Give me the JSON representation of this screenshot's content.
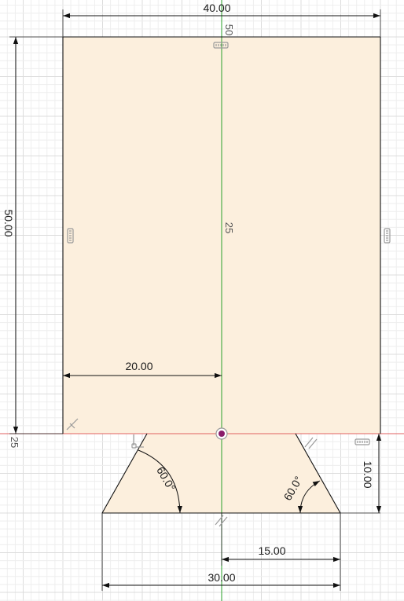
{
  "dimensions": {
    "top_width": "40.00",
    "left_height": "50.00",
    "inner_width": "20.00",
    "right_height": "10.00",
    "half_bottom": "15.00",
    "bottom_width": "30.00",
    "angle_left": "60.0°",
    "angle_right": "60.0°"
  },
  "axis_labels": {
    "top": "50",
    "center": "25",
    "left": "25"
  },
  "colors": {
    "background": "#ffffff",
    "sketch_fill": "#fcefdd",
    "grid_minor": "#eeeeee",
    "grid_major": "#dcdcdc",
    "y_axis": "#2aa02a",
    "x_axis": "#e06060",
    "origin": "#8a1c6a"
  },
  "icons": {
    "horizontal_constraint": "horizontal-constraint-icon",
    "vertical_constraint": "vertical-constraint-icon",
    "parallel_constraint": "parallel-constraint-icon",
    "perpendicular_constraint": "perpendicular-constraint-icon",
    "coincident_constraint": "coincident-constraint-icon",
    "origin_point": "origin-point-icon"
  }
}
